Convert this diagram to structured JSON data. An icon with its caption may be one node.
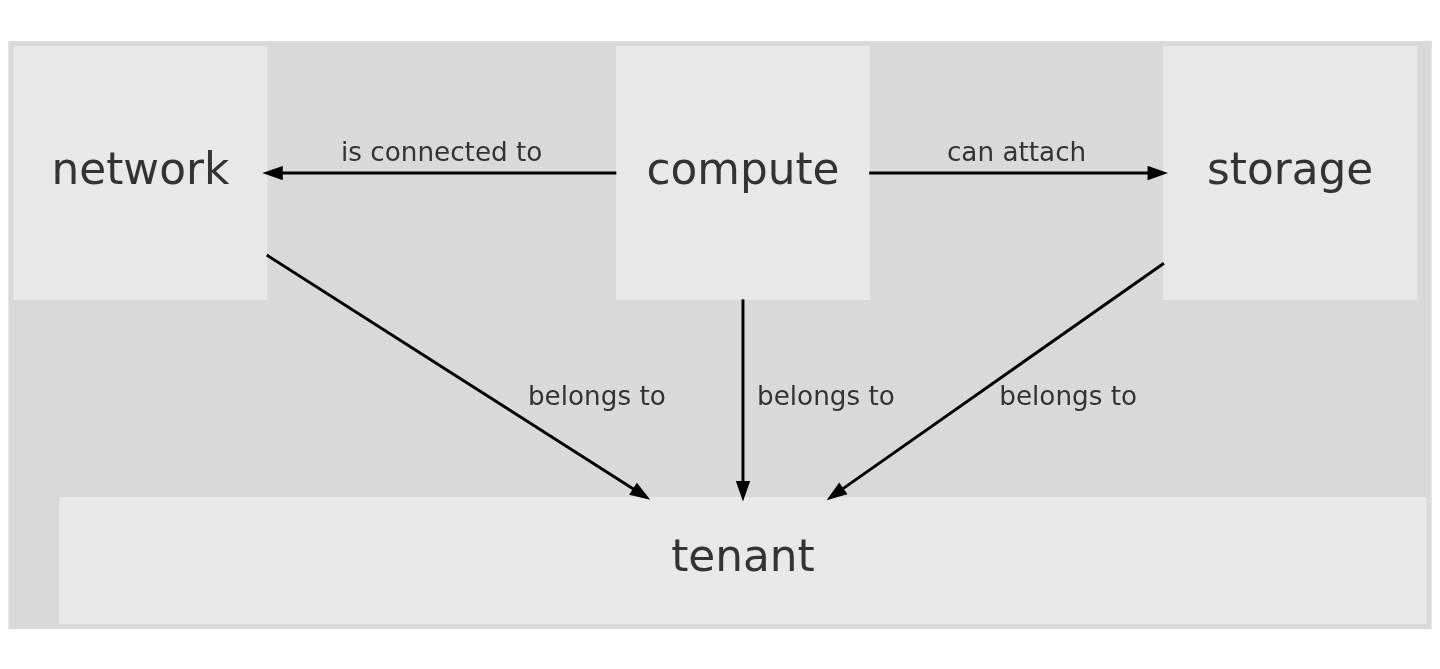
{
  "diagram": {
    "nodes": [
      {
        "text": [
          "network"
        ]
      },
      {
        "text": [
          "compute"
        ]
      },
      {
        "text": [
          "storage"
        ]
      },
      {
        "text": [
          "tenant"
        ]
      }
    ],
    "edges": [
      {
        "from": 1,
        "to": 0,
        "arrow": "to",
        "label": "is connected to"
      },
      {
        "from": 1,
        "to": 2,
        "arrow": "to",
        "label": "can attach"
      },
      {
        "from": 0,
        "to": 3,
        "arrow": "to",
        "label": "belongs to"
      },
      {
        "from": 1,
        "to": 3,
        "arrow": "to",
        "label": "belongs to"
      },
      {
        "from": 2,
        "to": 3,
        "arrow": "to",
        "label": "belongs to"
      }
    ]
  }
}
